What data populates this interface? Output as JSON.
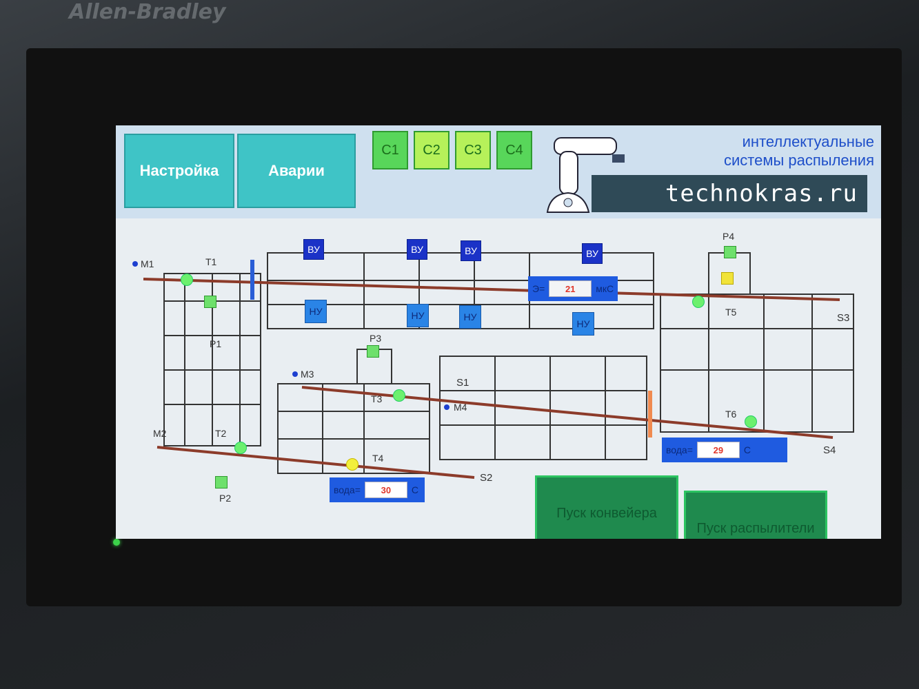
{
  "bezel": {
    "brand": "Allen-Bradley"
  },
  "header": {
    "buttons": {
      "settings": "Настройка",
      "alarms": "Аварии"
    },
    "circuits": [
      "C1",
      "C2",
      "C3",
      "C4"
    ],
    "tagline_line1": "интеллектуальные",
    "tagline_line2": "системы распыления",
    "site": "technokras.ru"
  },
  "diagram": {
    "motors": {
      "m1": "M1",
      "m2": "M2",
      "m3": "M3",
      "m4": "M4"
    },
    "transfers": {
      "t1": "T1",
      "t2": "T2",
      "t3": "T3",
      "t4": "T4",
      "t5": "T5",
      "t6": "T6"
    },
    "pumps": {
      "p1": "P1",
      "p2": "P2",
      "p3": "P3",
      "p4": "P4"
    },
    "stations": {
      "s1": "S1",
      "s2": "S2",
      "s3": "S3",
      "s4": "S4"
    },
    "upper_tag": "ВУ",
    "lower_tag": "НУ",
    "readout_e": {
      "label": "Э=",
      "value": "21",
      "unit": "мкС"
    },
    "readout_water_left": {
      "label": "вода=",
      "value": "30",
      "unit": "С"
    },
    "readout_water_right": {
      "label": "вода=",
      "value": "29",
      "unit": "С"
    }
  },
  "footer": {
    "start_conveyor": "Пуск конвейера",
    "start_spray": "Пуск распылители"
  },
  "colors": {
    "screen_bg": "#e9eef2",
    "header_bg": "#cfe0ef",
    "nav_button": "#3fc4c6",
    "circuit_active": "#58d65a",
    "tag_upper": "#1b32c7",
    "tag_lower": "#2a84e6",
    "conveyor": "#8c3b2a",
    "start_button": "#1f8a4e"
  }
}
